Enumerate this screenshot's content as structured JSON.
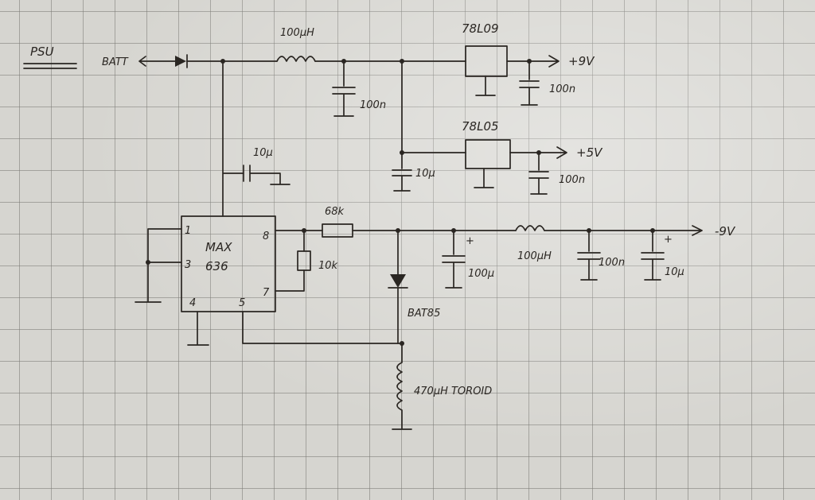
{
  "title": "PSU",
  "labels": {
    "batt": "BATT",
    "l1": "100µH",
    "c1": "100n",
    "reg9": "78L09",
    "out9": "+9V",
    "c_out9": "100n",
    "reg5": "78L05",
    "out5": "+5V",
    "c_out5": "100n",
    "c_pump": "10µ",
    "c_reg": "10µ",
    "ic_name": "MAX",
    "ic_part": "636",
    "pin1": "1",
    "pin3": "3",
    "pin4": "4",
    "pin5": "5",
    "pin7": "7",
    "pin8": "8",
    "r1": "68k",
    "r2": "10k",
    "diode": "BAT85",
    "c_neg": "100µ",
    "l2": "100µH",
    "c_neg2": "100n",
    "c_neg3": "10µ",
    "plus1": "+",
    "plus2": "+",
    "outneg": "-9V",
    "l3": "470µH TOROID"
  }
}
